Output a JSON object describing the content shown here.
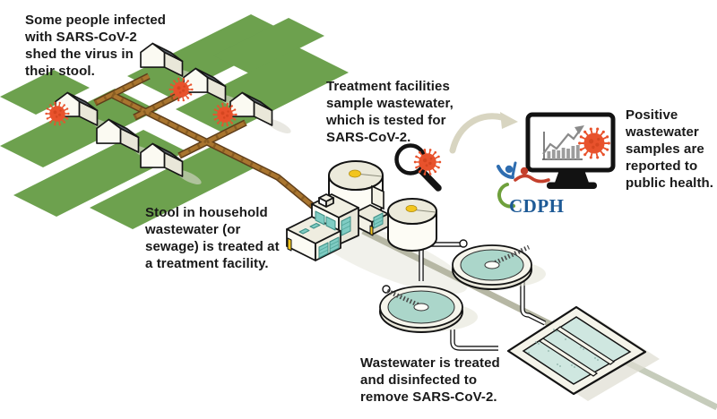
{
  "figure": {
    "topic": "SARS-CoV-2 wastewater surveillance infographic"
  },
  "captions": {
    "shed": "Some people infected\nwith SARS-CoV-2\nshed the virus in\ntheir stool.",
    "household": "Stool in household\nwastewater (or\nsewage) is treated at\na treatment facility.",
    "sample": "Treatment facilities\nsample wastewater,\nwhich is tested for\nSARS-CoV-2.",
    "report": "Positive\nwastewater\nsamples are\nreported to\npublic health.",
    "treat_disinfect": "Wastewater is treated\nand disinfected to\nremove SARS-CoV-2."
  },
  "logo": {
    "text": "CDPH"
  },
  "monitor_chart": {
    "type": "bar",
    "values": [
      9,
      11,
      10,
      13,
      12,
      15,
      16
    ],
    "trend": "rising",
    "bar_color": "#9c9c9c"
  },
  "scene": {
    "house_count": 6,
    "virus_marker_count": 3,
    "clarifier_count": 2,
    "basin_lanes": 3
  },
  "colors": {
    "virus": "#e8522c",
    "grass": "#6da14e",
    "pipe_brown": "#a9752f",
    "pipe_gray": "#b6b7a4",
    "water": "#abd6ca",
    "roof": "#5b626b",
    "teal_door": "#7fccc3",
    "logo_blue": "#1e5a96"
  }
}
